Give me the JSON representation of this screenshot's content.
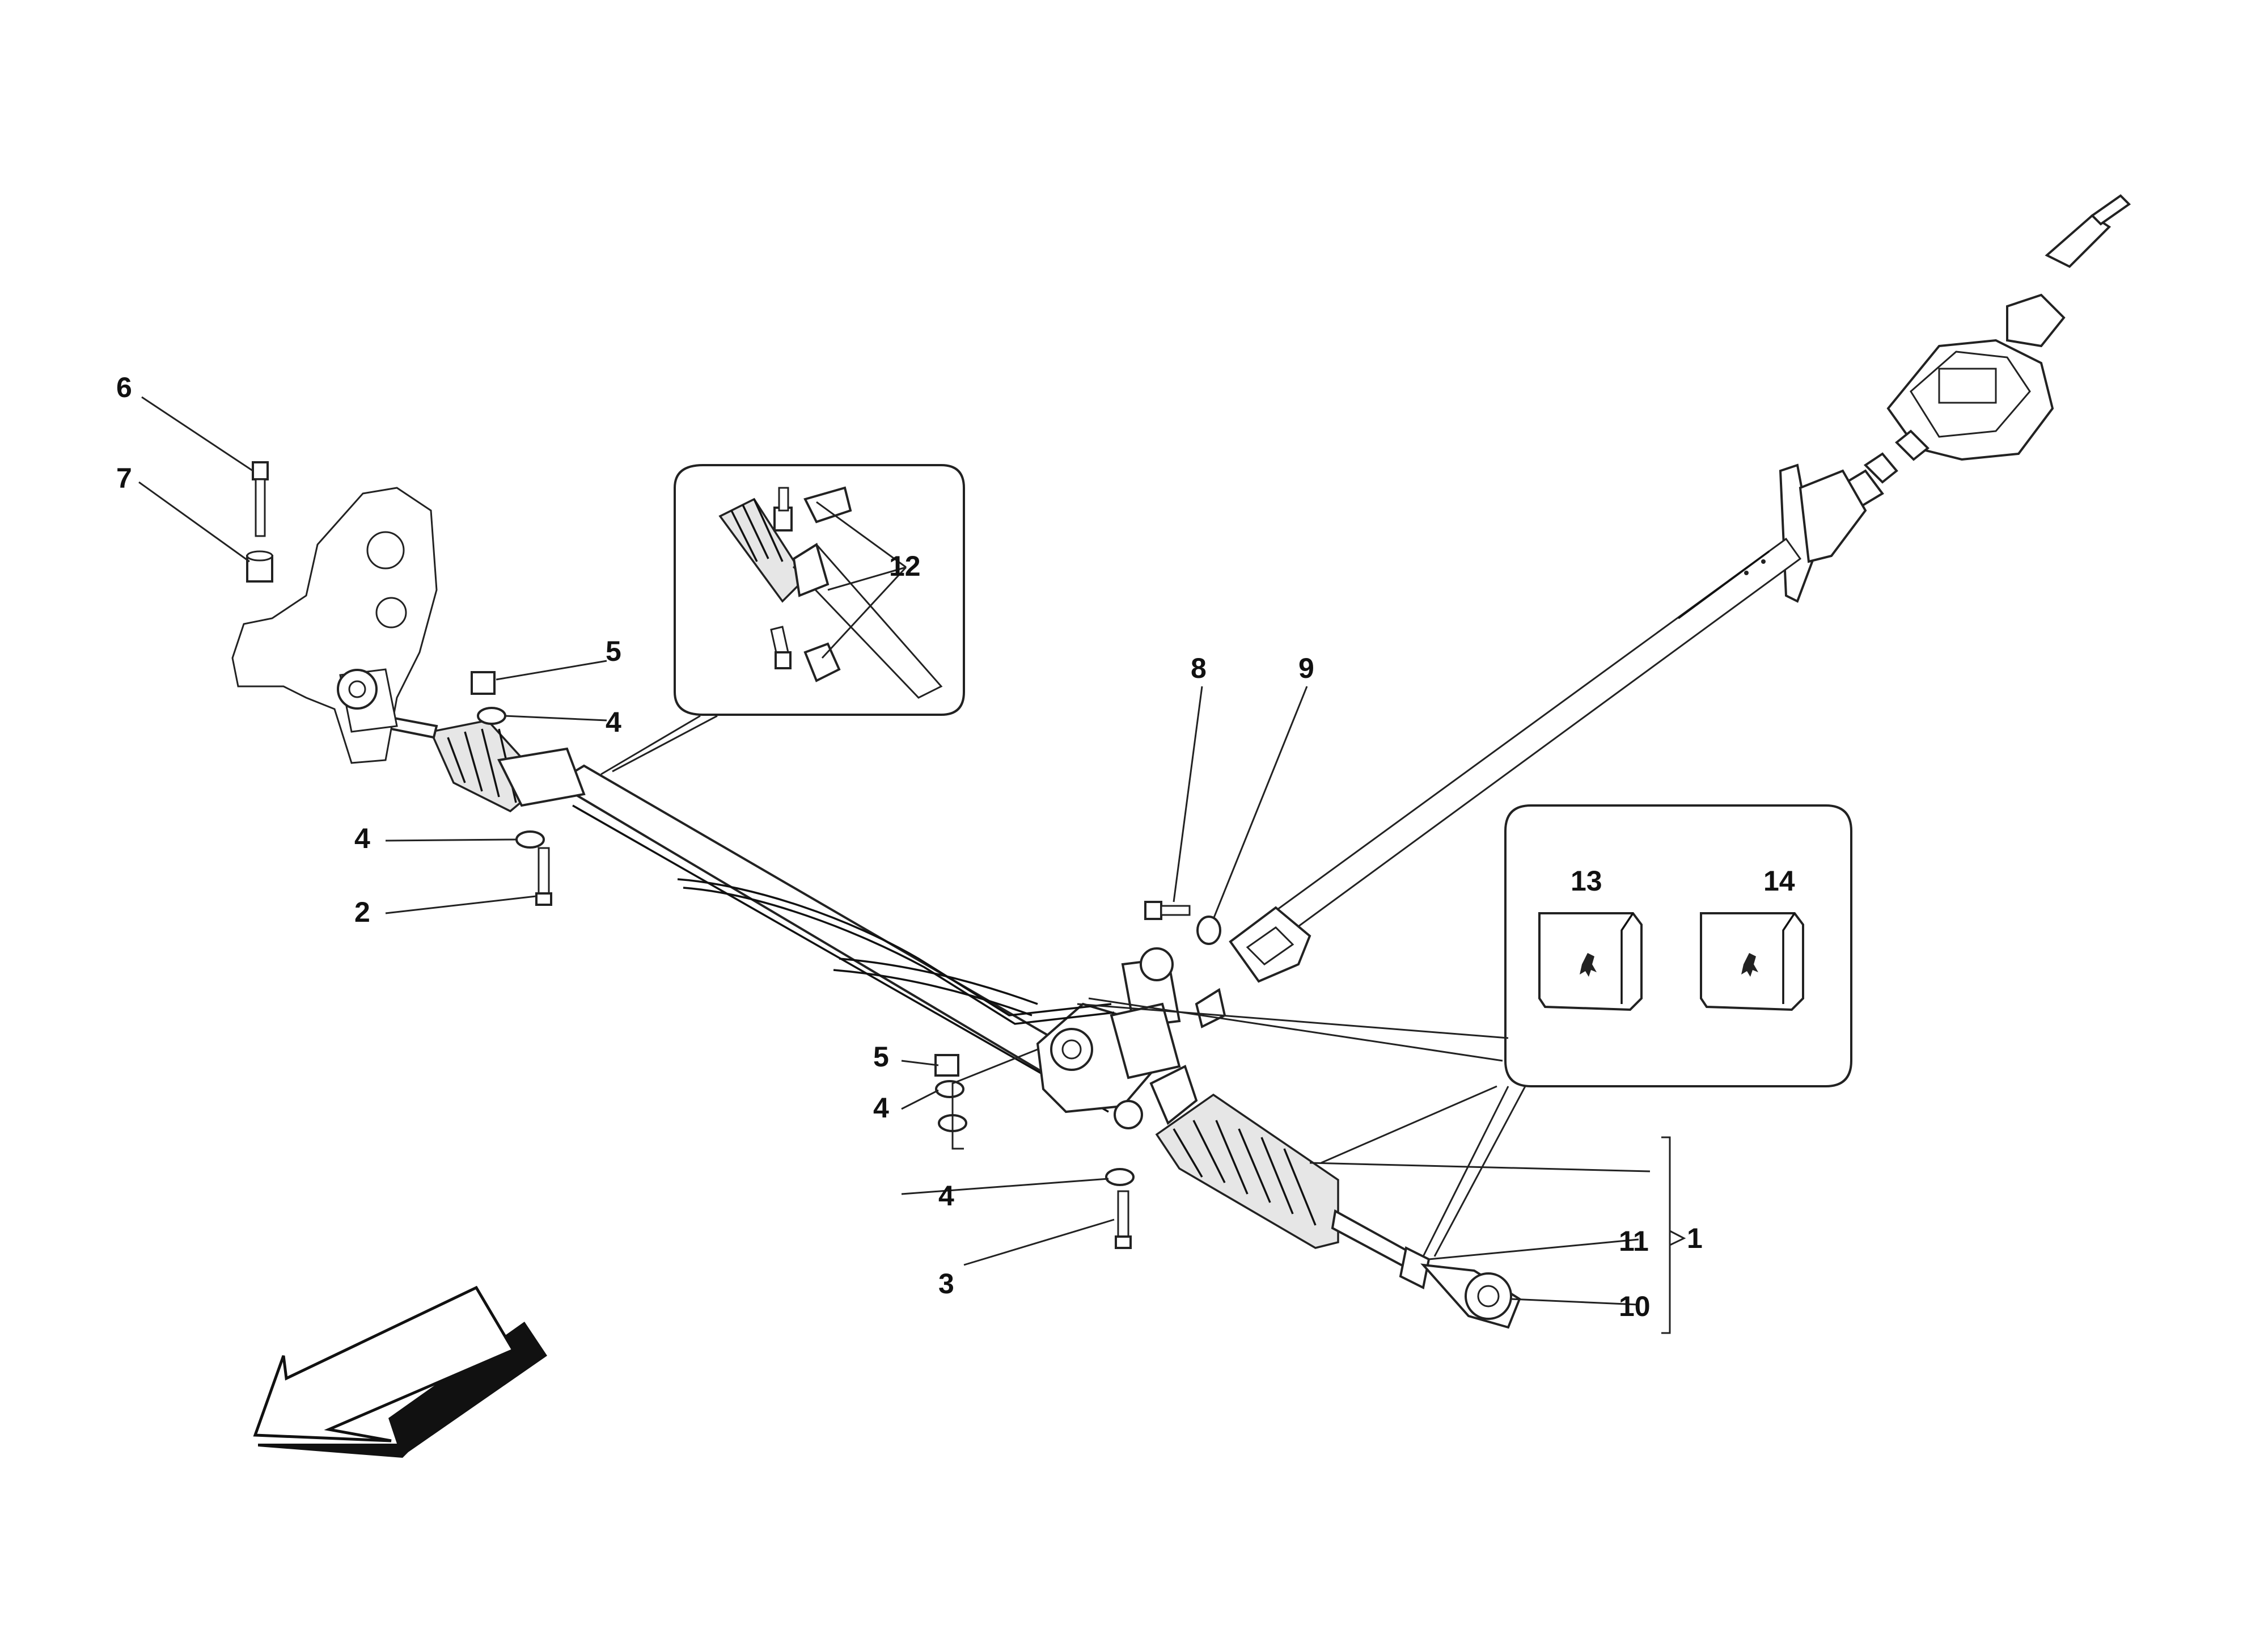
{
  "callouts": {
    "c1": "1",
    "c2": "2",
    "c3": "3",
    "c4a": "4",
    "c4b": "4",
    "c4c": "4",
    "c4d": "4",
    "c5a": "5",
    "c5b": "5",
    "c6": "6",
    "c7": "7",
    "c8": "8",
    "c9": "9",
    "c10": "10",
    "c11": "11",
    "c12": "12",
    "c13": "13",
    "c14": "14"
  },
  "icons": [
    "direction-arrow-icon",
    "prancing-horse-logo-icon"
  ]
}
